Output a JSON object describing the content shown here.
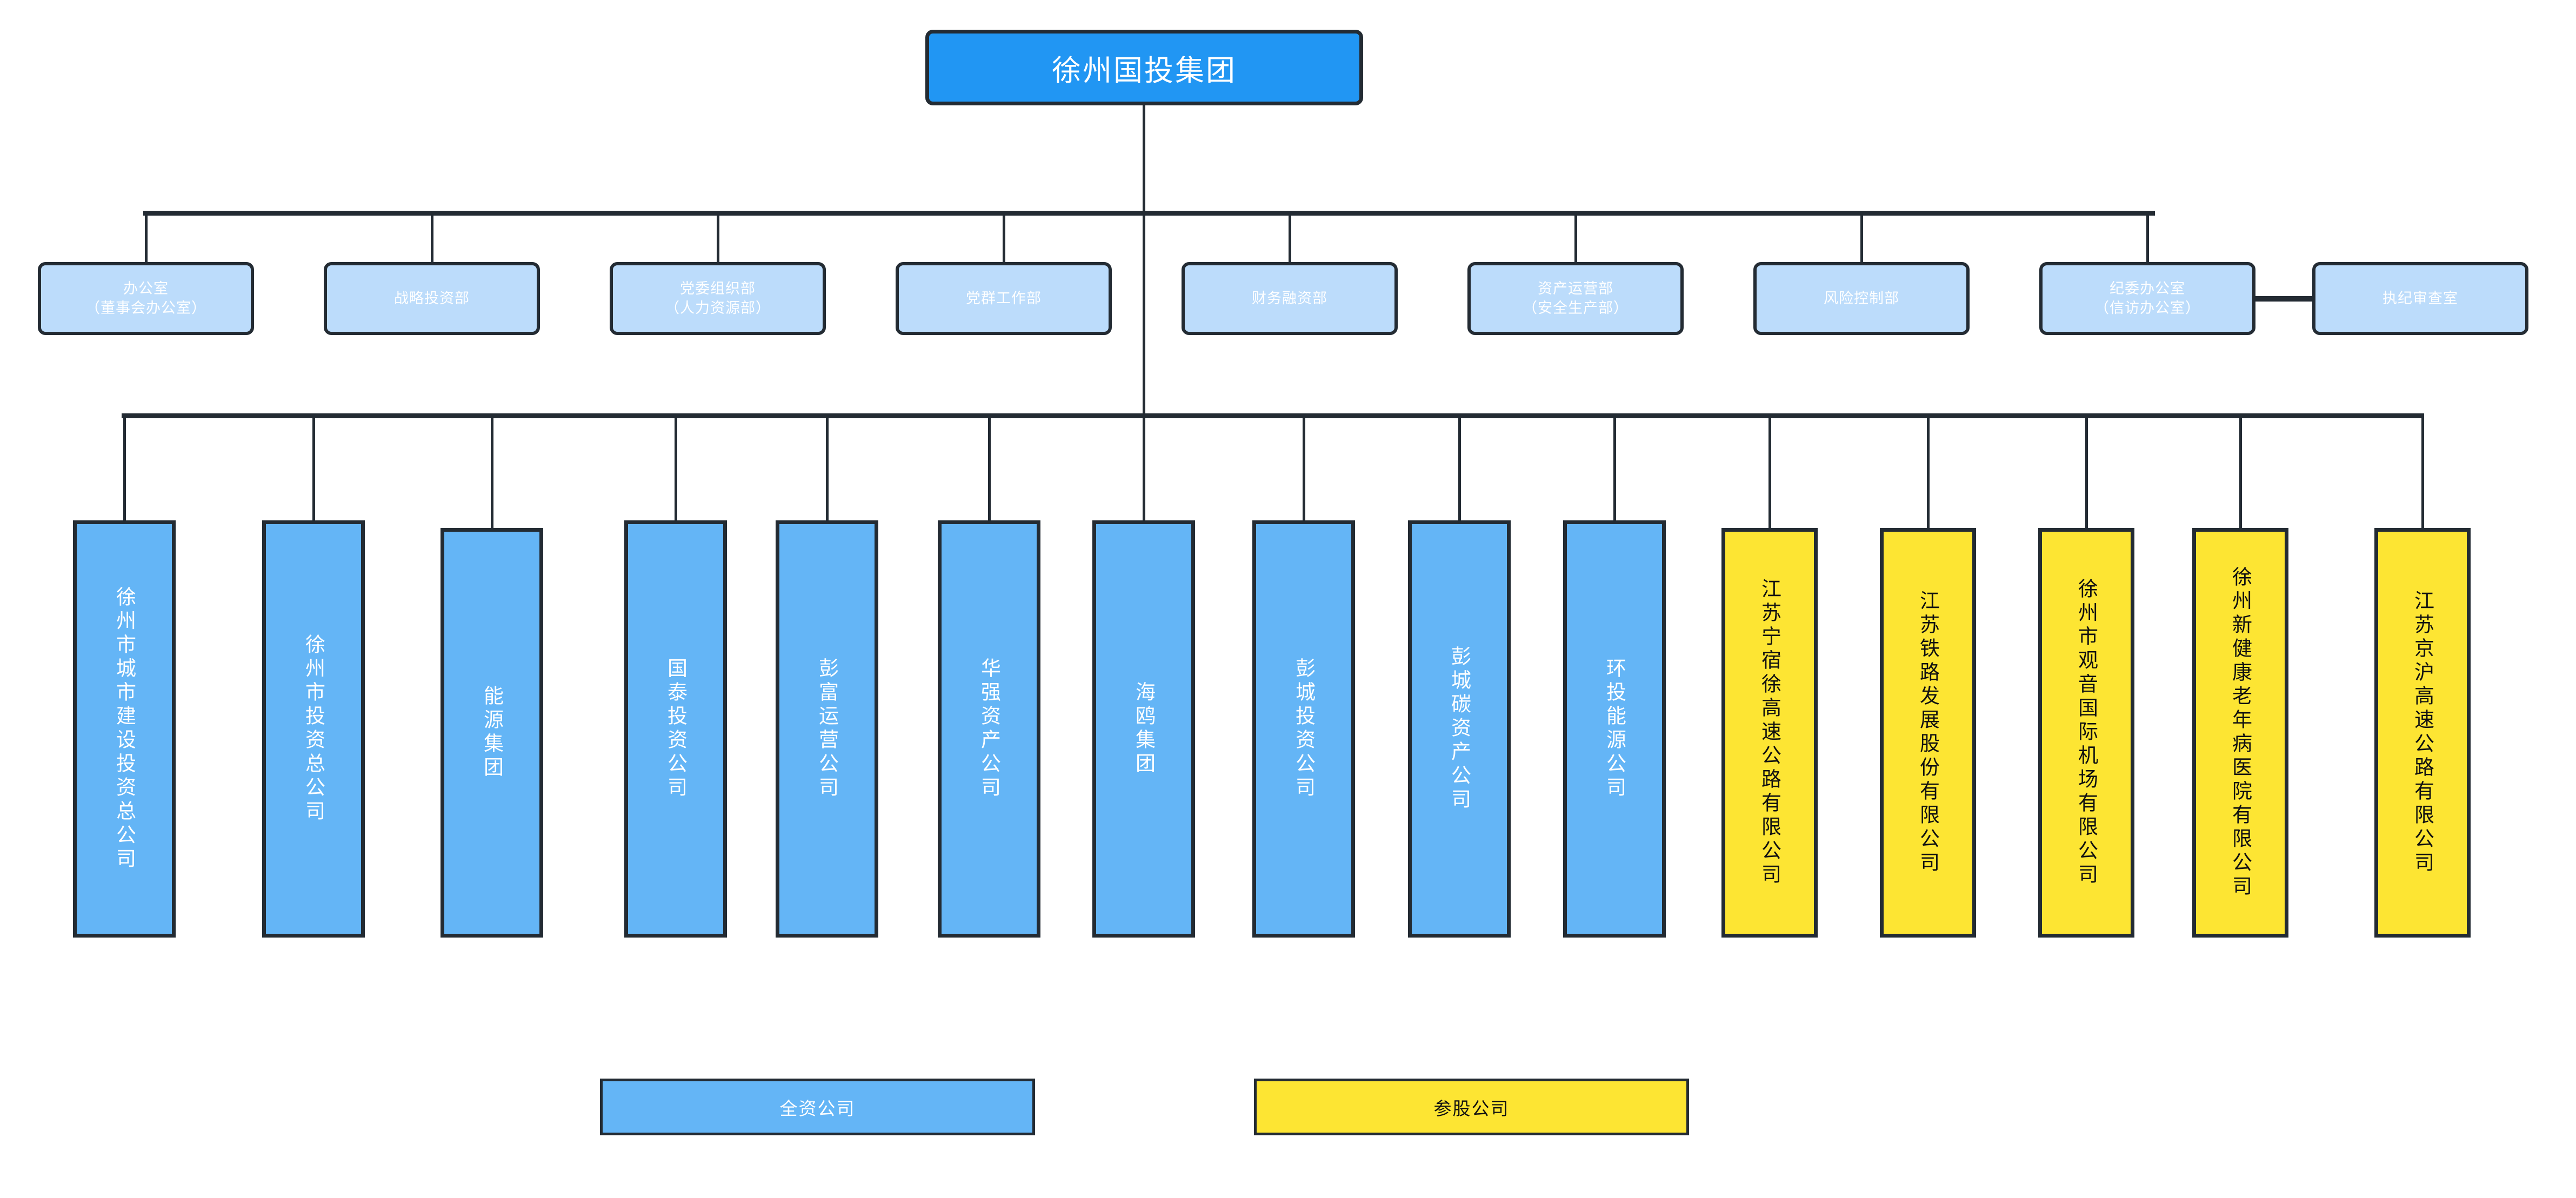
{
  "colors": {
    "root_fill": "#2196f3",
    "dept_fill": "#bcdcfb",
    "owned_fill": "#64b5f6",
    "equity_fill": "#fde533",
    "border": "#232b33",
    "page_bg": "#ffffff"
  },
  "root": {
    "label": "徐州国投集团"
  },
  "departments": [
    {
      "line1": "办公室",
      "line2": "（董事会办公室）"
    },
    {
      "line1": "战略投资部",
      "line2": ""
    },
    {
      "line1": "党委组织部",
      "line2": "（人力资源部）"
    },
    {
      "line1": "党群工作部",
      "line2": ""
    },
    {
      "line1": "财务融资部",
      "line2": ""
    },
    {
      "line1": "资产运营部",
      "line2": "（安全生产部）"
    },
    {
      "line1": "风险控制部",
      "line2": ""
    },
    {
      "line1": "纪委办公室",
      "line2": "（信访办公室）"
    }
  ],
  "side_department": {
    "label": "执纪审查室",
    "attached_to": "纪委办公室（信访办公室）"
  },
  "companies": [
    {
      "label": "徐州市城市建设投资总公司",
      "type": "owned"
    },
    {
      "label": "徐州市投资总公司",
      "type": "owned"
    },
    {
      "label": "能源集团",
      "type": "owned"
    },
    {
      "label": "国泰投资公司",
      "type": "owned"
    },
    {
      "label": "彭富运营公司",
      "type": "owned"
    },
    {
      "label": "华强资产公司",
      "type": "owned"
    },
    {
      "label": "海鸥集团",
      "type": "owned"
    },
    {
      "label": "彭城投资公司",
      "type": "owned"
    },
    {
      "label": "彭城碳资产公司",
      "type": "owned"
    },
    {
      "label": "环投能源公司",
      "type": "owned"
    },
    {
      "label": "江苏宁宿徐高速公路有限公司",
      "type": "equity"
    },
    {
      "label": "江苏铁路发展股份有限公司",
      "type": "equity"
    },
    {
      "label": "徐州市观音国际机场有限公司",
      "type": "equity"
    },
    {
      "label": "徐州新健康老年病医院有限公司",
      "type": "equity"
    },
    {
      "label": "江苏京沪高速公路有限公司",
      "type": "equity"
    }
  ],
  "legend": [
    {
      "label": "全资公司",
      "type": "owned"
    },
    {
      "label": "参股公司",
      "type": "equity"
    }
  ]
}
